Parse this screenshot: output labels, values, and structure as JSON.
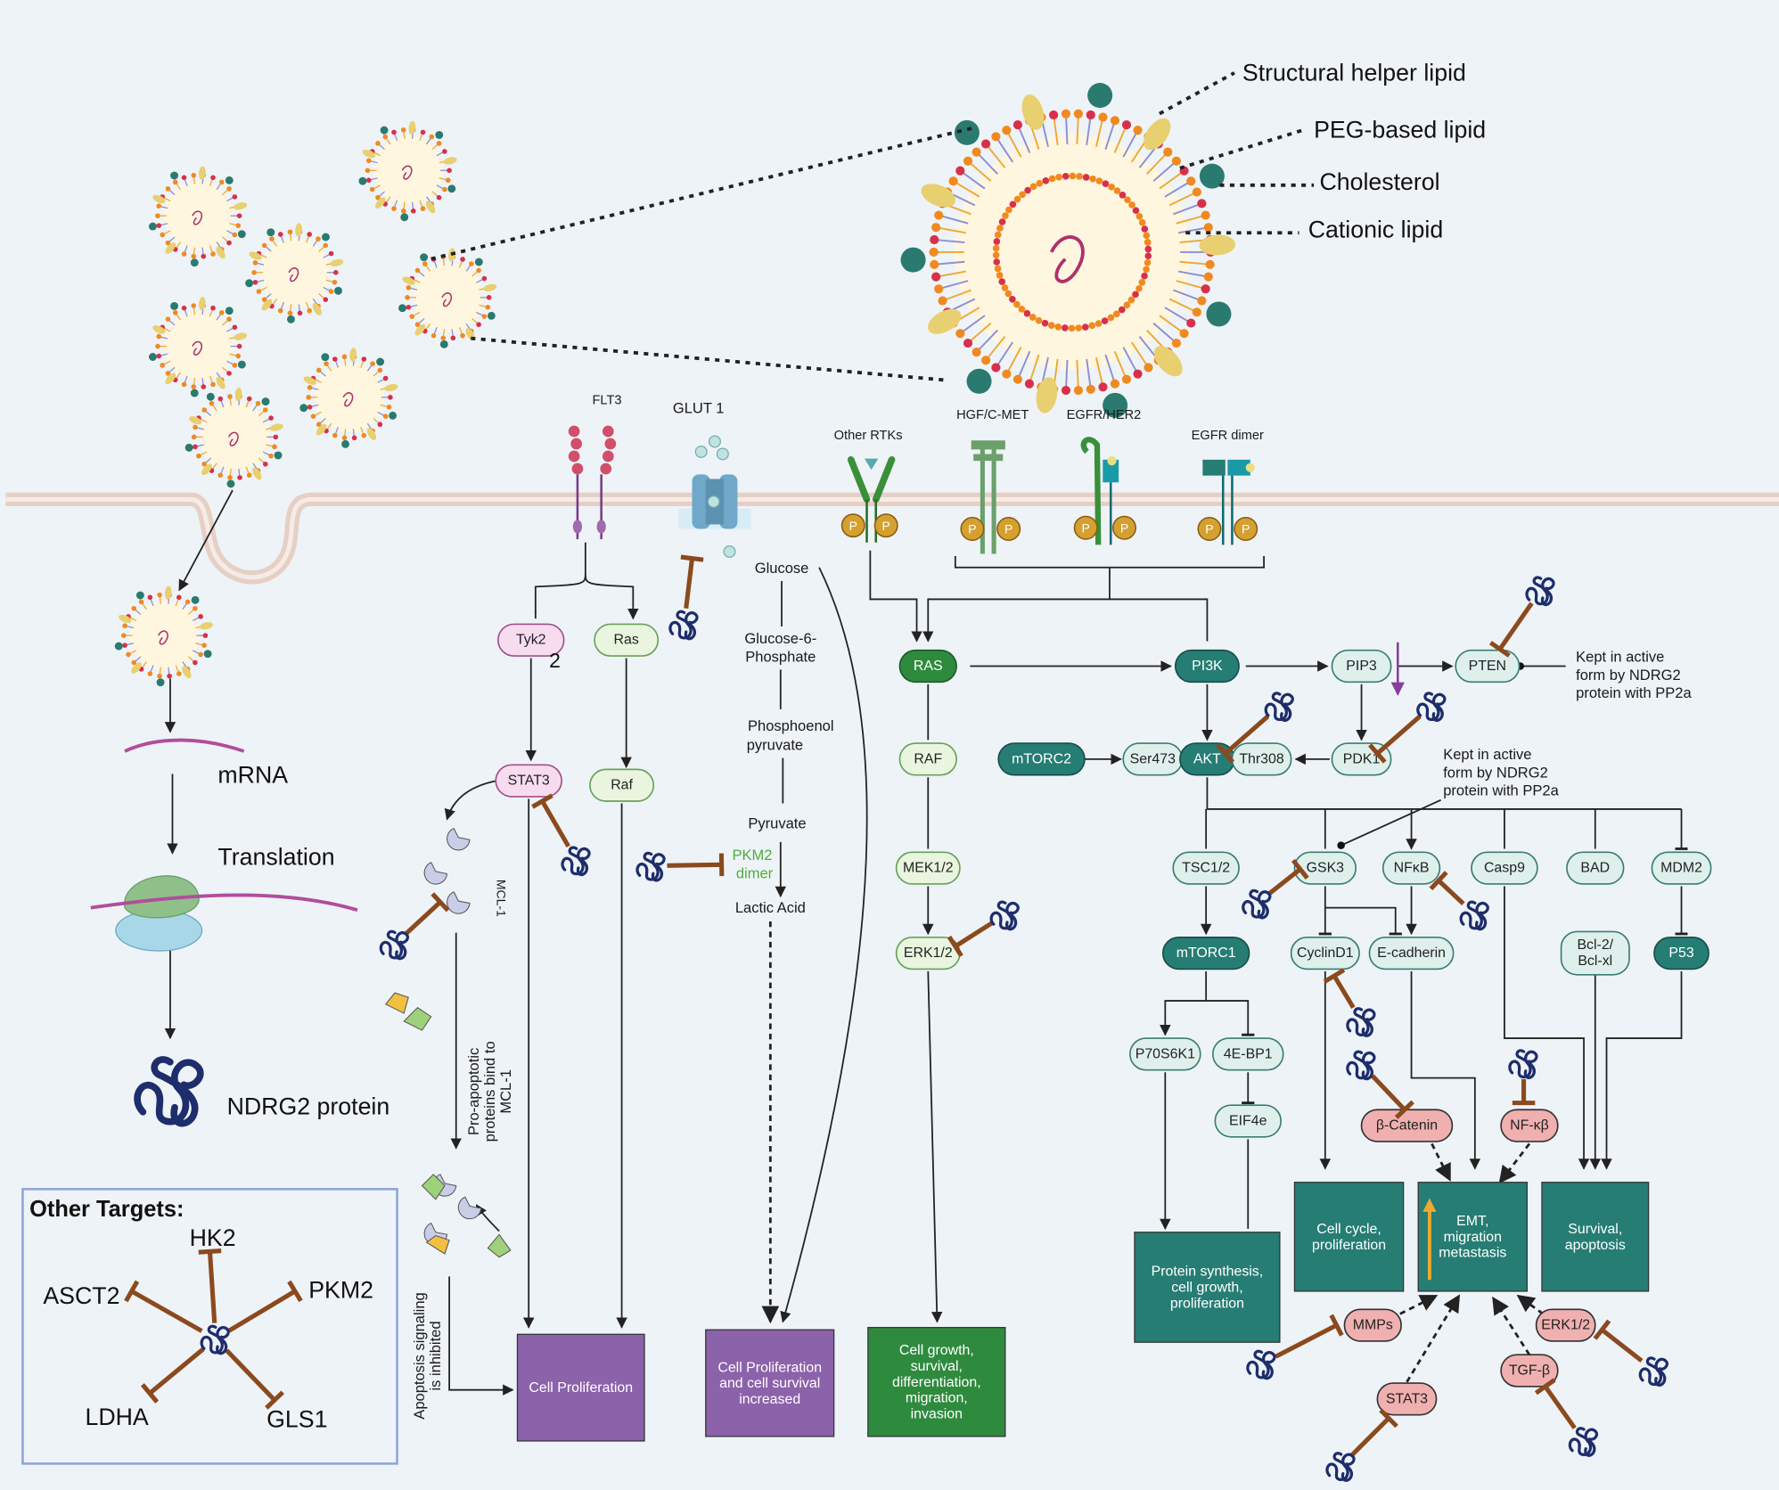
{
  "lnp": {
    "structural_helper_lipid": "Structural helper lipid",
    "peg_lipid": "PEG-based lipid",
    "cholesterol": "Cholesterol",
    "cationic_lipid": "Cationic lipid"
  },
  "left": {
    "mrna": "mRNA",
    "translation": "Translation",
    "protein": "NDRG2 protein"
  },
  "other_targets": {
    "title": "Other Targets:",
    "items": [
      "ASCT2",
      "HK2",
      "PKM2",
      "LDHA",
      "GLS1"
    ]
  },
  "receptors": {
    "flt3": "FLT3",
    "glut1": "GLUT 1",
    "other_rtks": "Other RTKs",
    "hgf_cmet": "HGF/C-MET",
    "egfr_her2": "EGFR/HER2",
    "egfr_dimer": "EGFR dimer",
    "phospho": "P"
  },
  "nodes": {
    "tyk2": "Tyk2",
    "stat3": "STAT3",
    "ras_l": "Ras",
    "raf_l": "Raf",
    "ras": "RAS",
    "raf": "RAF",
    "mek": "MEK1/2",
    "erk": "ERK1/2",
    "pi3k": "PI3K",
    "pip3": "PIP3",
    "pten": "PTEN",
    "mtorc2": "mTORC2",
    "ser473": "Ser473",
    "akt": "AKT",
    "thr308": "Thr308",
    "pdk1": "PDK1",
    "tsc": "TSC1/2",
    "gsk3": "GSK3",
    "nfkb": "NFκB",
    "casp9": "Casp9",
    "bad": "BAD",
    "mdm2": "MDM2",
    "mtorc1": "mTORC1",
    "cyclind1": "CyclinD1",
    "ecad": "E-cadherin",
    "bcl": "Bcl-2/ Bcl-xl",
    "p53": "P53",
    "p70": "P70S6K1",
    "ebp1": "4E-BP1",
    "eif4e": "EIF4e",
    "bcat": "β-Catenin",
    "nfkb2": "NF-κβ",
    "mmps": "MMPs",
    "erk2": "ERK1/2",
    "tgfb": "TGF-β",
    "stat3b": "STAT3"
  },
  "tyk2_suffix": "2",
  "glucose": {
    "glucose": "Glucose",
    "g6p": [
      "Glucose-6-",
      "Phosphate"
    ],
    "pep": [
      "Phosphoenol",
      "pyruvate"
    ],
    "pyruvate": "Pyruvate",
    "pkm2": [
      "PKM2",
      "dimer"
    ],
    "lactic": "Lactic Acid"
  },
  "notes": {
    "mcl1": "MCL-1",
    "pro_apoptotic": [
      "Pro-apoptotic",
      "proteins bind to",
      "MCL-1"
    ],
    "apoptosis": [
      "Apoptosis signaling",
      "is inhibited"
    ],
    "kept_active_1": [
      "Kept in active",
      "form by NDRG2",
      "protein with PP2a"
    ],
    "kept_active_2": [
      "Kept in active",
      "form by NDRG2",
      "protein with PP2a"
    ]
  },
  "outcomes": {
    "cell_prolif": [
      "Cell Proliferation"
    ],
    "prolif_survival": [
      "Cell Proliferation",
      "and cell survival",
      "increased"
    ],
    "growth": [
      "Cell growth,",
      "survival,",
      "differentiation,",
      "migration,",
      "invasion"
    ],
    "protein_synth": [
      "Protein synthesis,",
      "cell growth,",
      "proliferation"
    ],
    "cell_cycle": [
      "Cell cycle,",
      "proliferation"
    ],
    "emt": [
      "EMT,",
      "migration",
      "metastasis"
    ],
    "survival": [
      "Survival,",
      "apoptosis"
    ]
  },
  "colors": {
    "background": "#eef3f7",
    "dark_teal": "#267d74",
    "light_teal": "#dff0ec",
    "dark_green": "#2e8b3e",
    "light_green": "#e9f5de",
    "pink": "#f0b0b0",
    "light_pink": "#f7dcef",
    "purple": "#8c62ab",
    "inhibitor": "#8b4a1e",
    "ndrg2": "#1e2d6b",
    "emt_arrow": "#f0a830"
  }
}
